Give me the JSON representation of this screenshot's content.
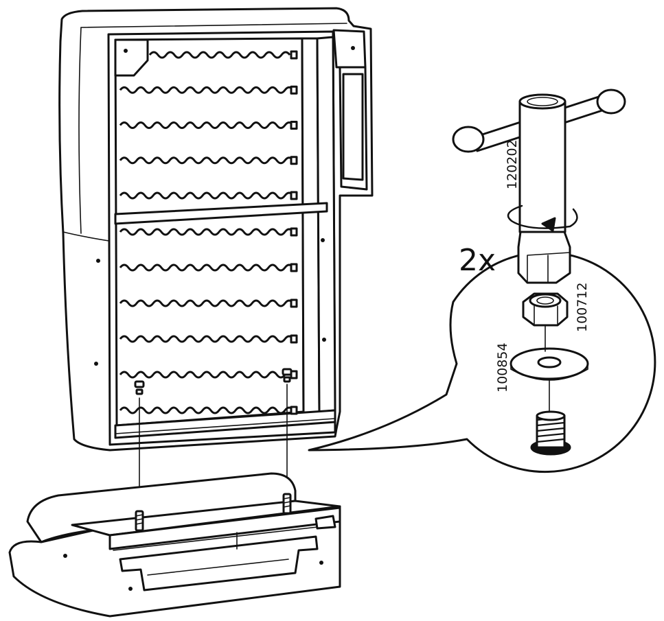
{
  "diagram": {
    "quantity_label": "2x",
    "part_numbers": {
      "key": "120202",
      "nut": "100712",
      "washer": "100854"
    },
    "line_color": "#111111",
    "background_color": "#ffffff",
    "spring_rows": 11
  }
}
